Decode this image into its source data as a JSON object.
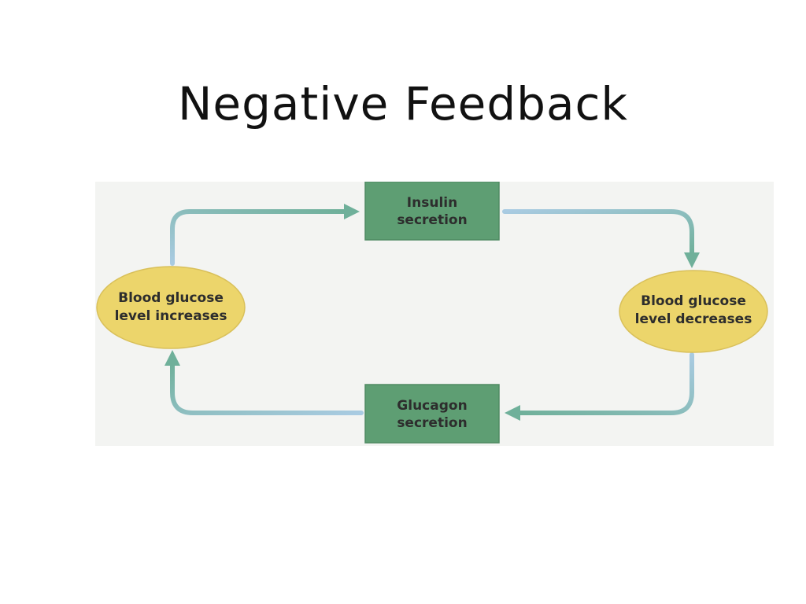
{
  "slide": {
    "title": "Negative Feedback"
  },
  "diagram": {
    "nodes": {
      "insulin": {
        "line1": "Insulin",
        "line2": "secretion"
      },
      "glucagon": {
        "line1": "Glucagon",
        "line2": "secretion"
      },
      "increases": {
        "line1": "Blood glucose",
        "line2": "level increases"
      },
      "decreases": {
        "line1": "Blood glucose",
        "line2": "level decreases"
      }
    },
    "colors": {
      "box_fill": "#5e9e73",
      "ellipse_fill": "#ecd56b",
      "arrow_blue": "#a9cbe2",
      "arrow_green": "#6fb09a",
      "background": "#f3f4f2"
    }
  }
}
